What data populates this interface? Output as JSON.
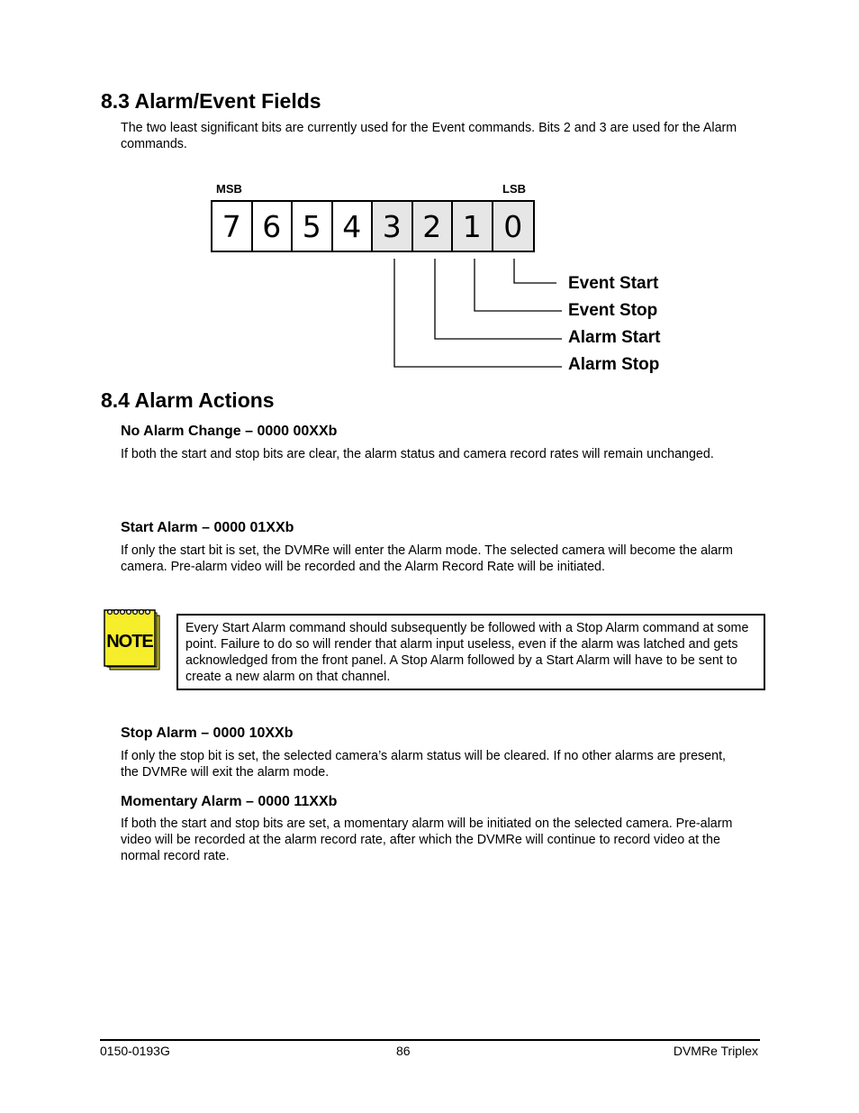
{
  "section_83": {
    "heading": "8.3 Alarm/Event Fields",
    "intro": "The two least significant bits are currently used for the Event commands.  Bits 2 and 3 are used for the Alarm commands."
  },
  "bit_diagram": {
    "msb_label": "MSB",
    "lsb_label": "LSB",
    "bits": [
      "7",
      "6",
      "5",
      "4",
      "3",
      "2",
      "1",
      "0"
    ],
    "shaded_bits": [
      "3",
      "2",
      "1",
      "0"
    ],
    "fields": {
      "bit0": "Event Start",
      "bit1": "Event Stop",
      "bit2": "Alarm Start",
      "bit3": "Alarm Stop"
    }
  },
  "section_84": {
    "heading": "8.4 Alarm Actions",
    "no_change": {
      "title": "No Alarm Change – 0000 00XXb",
      "text": "If both the start and stop bits are clear, the alarm status and camera record rates will remain unchanged."
    },
    "start": {
      "title": "Start Alarm – 0000 01XXb",
      "text": "If only the start bit is set, the DVMRe will enter the Alarm mode. The selected camera will become the alarm camera. Pre-alarm video will be recorded and the Alarm Record Rate will be initiated."
    },
    "note": {
      "icon_text": "NOTE",
      "text": "Every Start Alarm command should subsequently be followed with a Stop Alarm command at some point. Failure to do so will render that alarm input useless, even if the alarm was latched and gets acknowledged from the front panel. A Stop Alarm followed by a Start Alarm will have to be sent to create a new alarm on that channel."
    },
    "stop": {
      "title": "Stop Alarm – 0000 10XXb",
      "text": "If only the stop bit is set, the selected camera’s alarm status will be cleared. If no other alarms are present, the DVMRe will exit the alarm mode."
    },
    "momentary": {
      "title": "Momentary Alarm – 0000 11XXb",
      "text": "If both the start and stop bits are set, a momentary alarm will be initiated on the selected camera. Pre-alarm video will be recorded at the alarm record rate, after which the DVMRe will continue to record video at the normal record rate."
    }
  },
  "footer": {
    "doc_number": "0150-0193G",
    "page_number": "86",
    "product": "DVMRe Triplex"
  },
  "colors": {
    "text": "#000000",
    "shaded_bit": "#e6e6e6",
    "note_yellow": "#f6ee2a"
  }
}
